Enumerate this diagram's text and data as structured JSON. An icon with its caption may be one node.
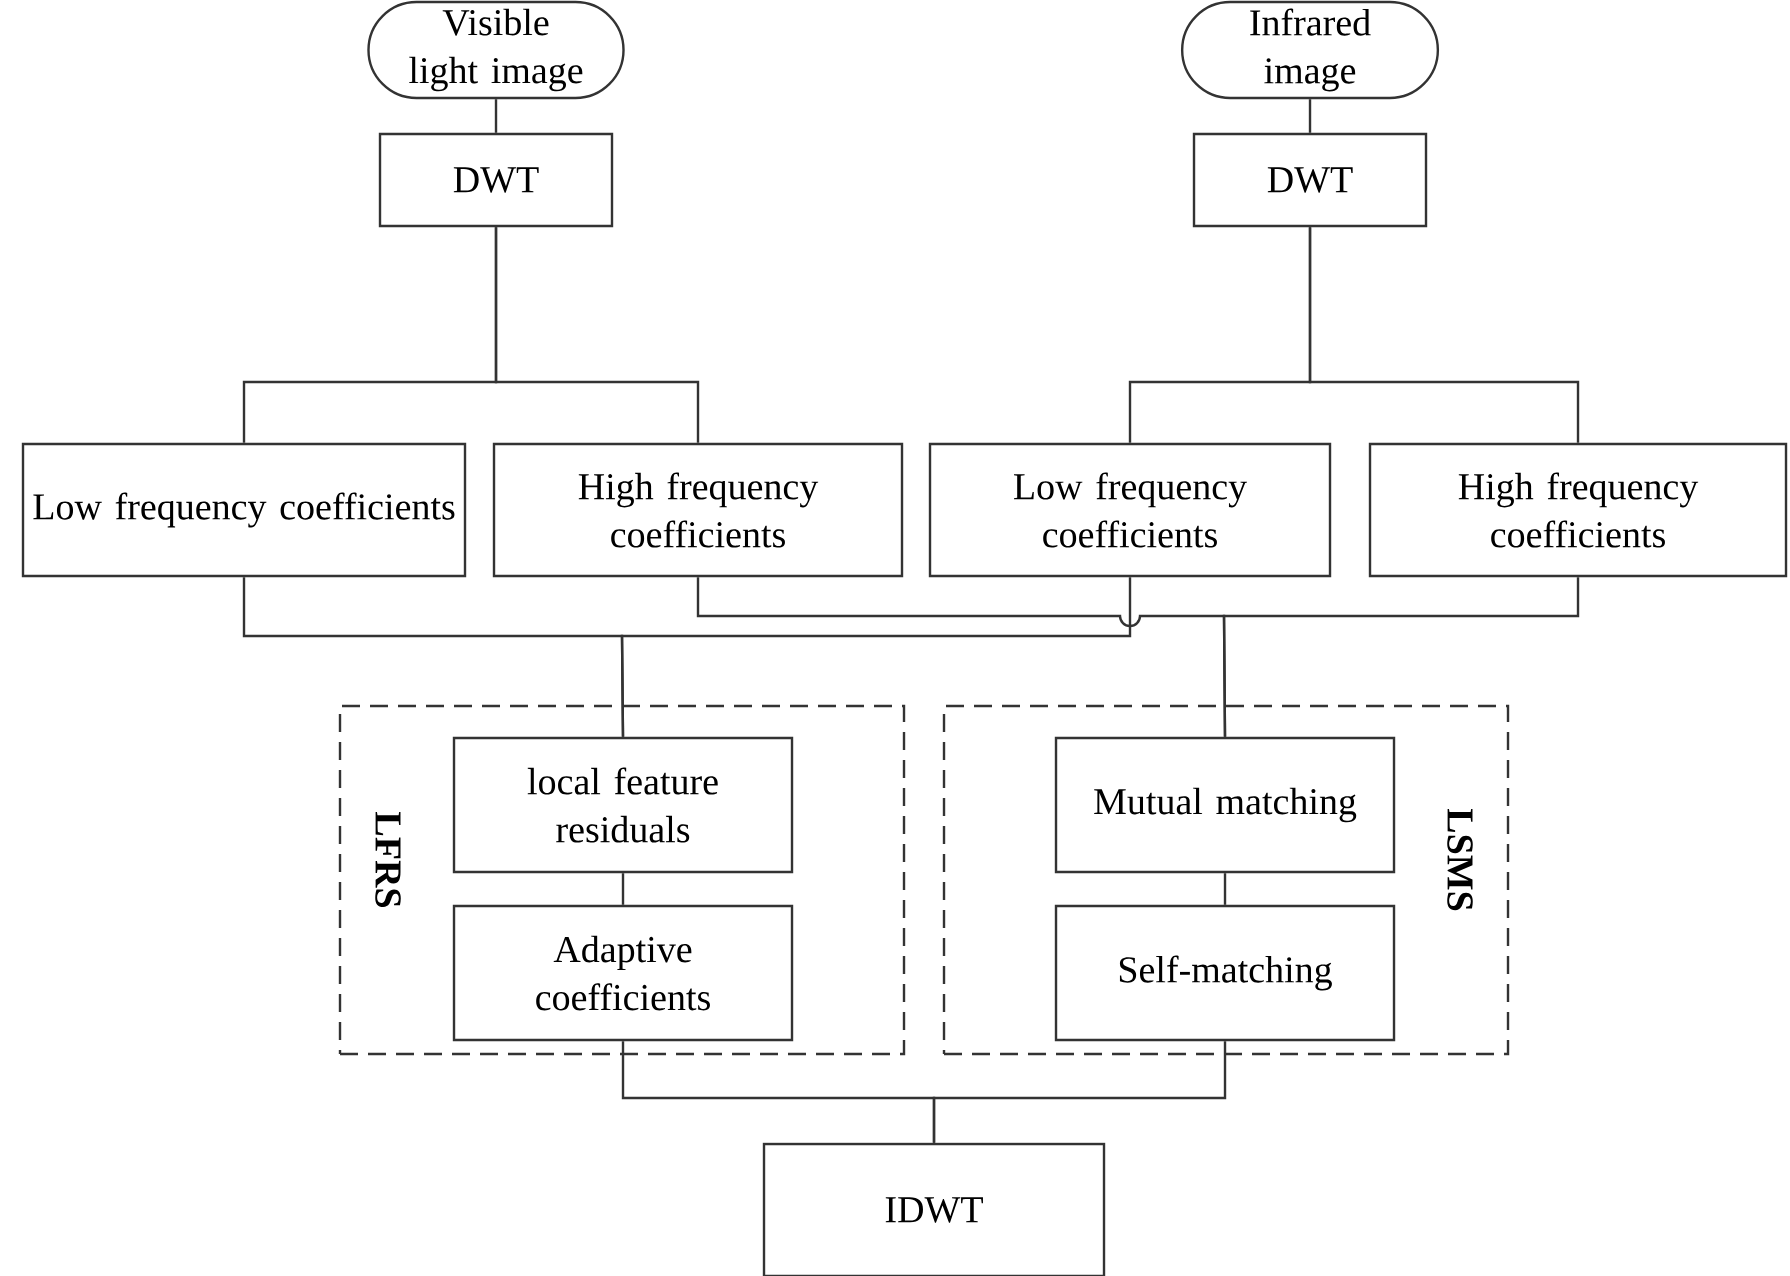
{
  "diagram": {
    "nodes": [
      {
        "text": [
          "Visible light image"
        ]
      },
      {
        "text": [
          "Infrared image"
        ]
      },
      {
        "text": [
          "DWT"
        ]
      },
      {
        "text": [
          "DWT"
        ]
      },
      {
        "text": [
          "Low frequency coefficients"
        ]
      },
      {
        "text": [
          "High frequency coefficients"
        ]
      },
      {
        "text": [
          "Low frequency coefficients"
        ]
      },
      {
        "text": [
          "High frequency coefficients"
        ]
      },
      {
        "text": [
          "LFRS"
        ]
      },
      {
        "text": [
          "local feature residuals"
        ],
        "in": 8
      },
      {
        "text": [
          "Adaptive coefficients"
        ],
        "in": 8
      },
      {
        "text": [
          "LSMS"
        ]
      },
      {
        "text": [
          "Mutual matching"
        ],
        "in": 11
      },
      {
        "text": [
          "Self-matching"
        ],
        "in": 11
      },
      {
        "text": [
          "IDWT"
        ]
      }
    ],
    "edges": [
      {
        "from": 0,
        "to": 2,
        "arrow": "none"
      },
      {
        "from": 1,
        "to": 3,
        "arrow": "none"
      },
      {
        "from": 2,
        "to": 4,
        "arrow": "none"
      },
      {
        "from": 2,
        "to": 5,
        "arrow": "none"
      },
      {
        "from": 3,
        "to": 6,
        "arrow": "none"
      },
      {
        "from": 3,
        "to": 7,
        "arrow": "none"
      },
      {
        "from": 4,
        "to": 9,
        "arrow": "none"
      },
      {
        "from": 6,
        "to": 9,
        "arrow": "none"
      },
      {
        "from": 5,
        "to": 12,
        "arrow": "none"
      },
      {
        "from": 7,
        "to": 12,
        "arrow": "none"
      },
      {
        "from": 9,
        "to": 10,
        "arrow": "none"
      },
      {
        "from": 12,
        "to": 13,
        "arrow": "none"
      },
      {
        "from": 10,
        "to": 14,
        "arrow": "none"
      },
      {
        "from": 13,
        "to": 14,
        "arrow": "none"
      }
    ]
  }
}
